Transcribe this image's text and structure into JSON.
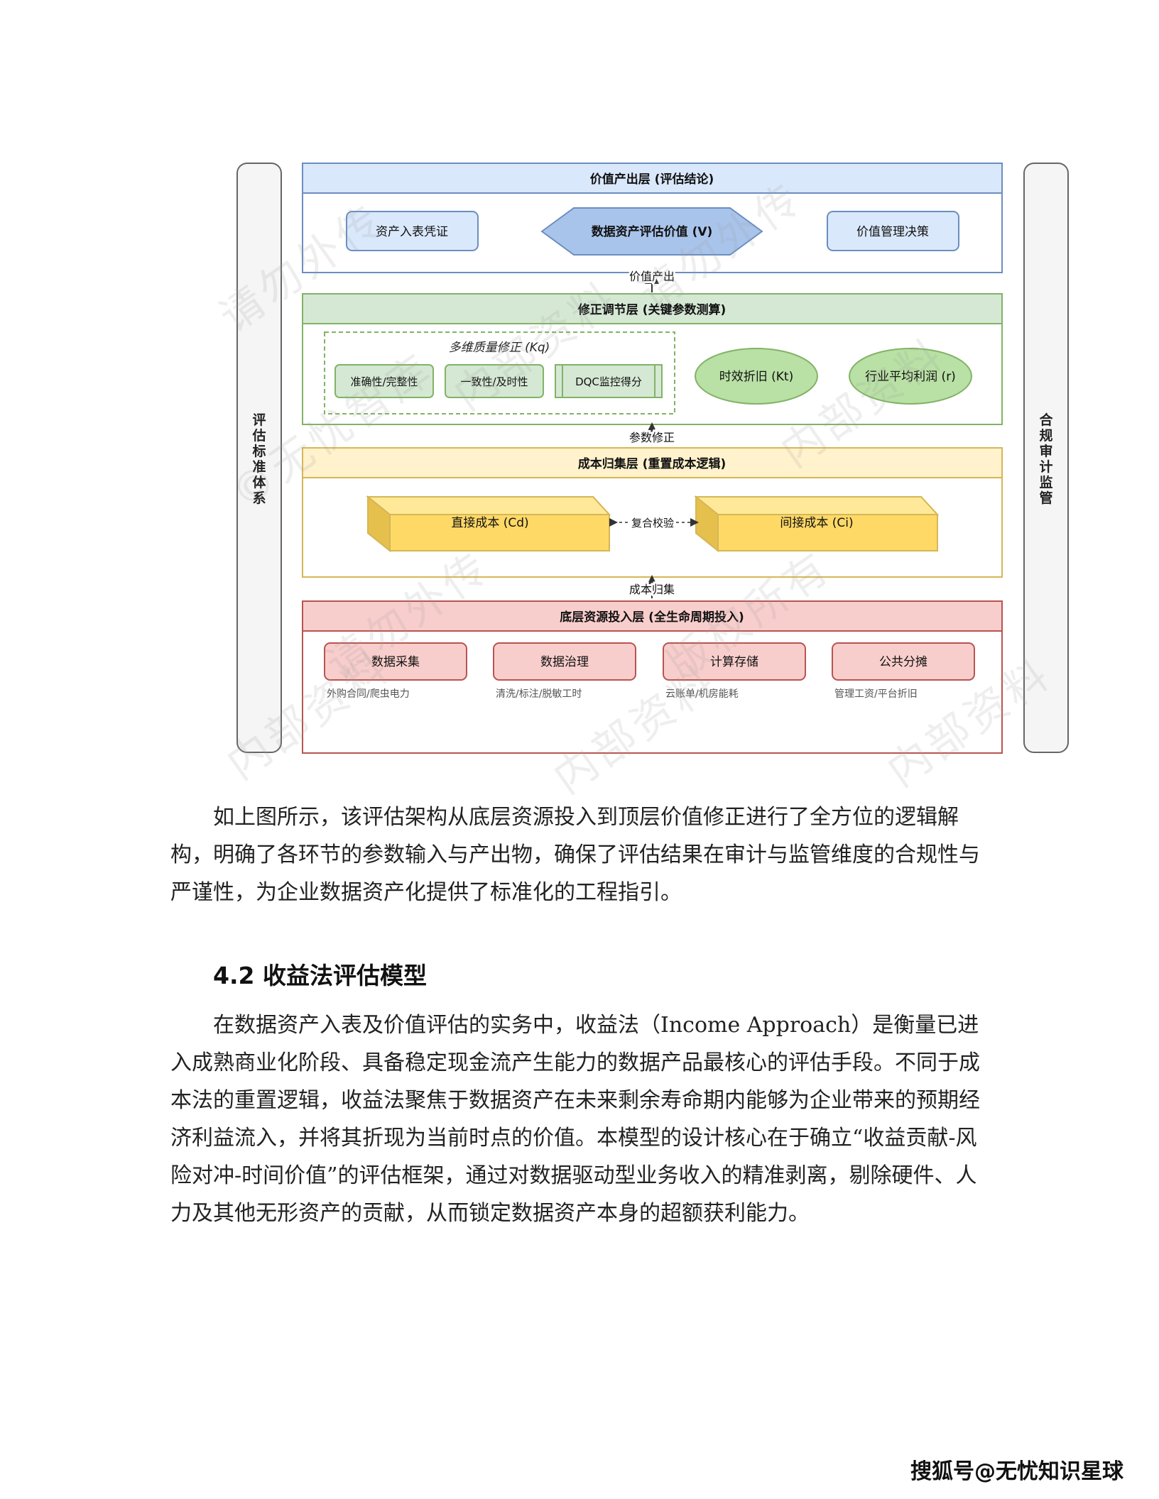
{
  "diagram": {
    "side_left": "评估标准体系",
    "side_right": "合规审计监管",
    "layers": {
      "value": {
        "title": "价值产出层 (评估结论)",
        "items": [
          "资产入表凭证",
          "数据资产评估价值 (V)",
          "价值管理决策"
        ],
        "colors": {
          "header": "#dae8fc",
          "border": "#6c8ebf",
          "hexagon": "#a9c4eb"
        }
      },
      "correction": {
        "title": "修正调节层 (关键参数测算)",
        "group_title": "多维质量修正 (Kq)",
        "group_items": [
          "准确性/完整性",
          "一致性/及时性",
          "DQC监控得分"
        ],
        "ellipses": [
          "时效折旧 (Kt)",
          "行业平均利润 (r)"
        ],
        "colors": {
          "header": "#d5e8d4",
          "border": "#82b366",
          "ellipse": "#b9e0a5"
        }
      },
      "cost": {
        "title": "成本归集层 (重置成本逻辑)",
        "boxes": [
          "直接成本 (Cd)",
          "间接成本 (Ci)"
        ],
        "link_label": "复合校验",
        "colors": {
          "header": "#fff2cc",
          "border": "#d6b656",
          "box": "#ffd966"
        }
      },
      "resource": {
        "title": "底层资源投入层 (全生命周期投入)",
        "items": [
          {
            "label": "数据采集",
            "sub": "外购合同/爬虫电力"
          },
          {
            "label": "数据治理",
            "sub": "清洗/标注/脱敏工时"
          },
          {
            "label": "计算存储",
            "sub": "云账单/机房能耗"
          },
          {
            "label": "公共分摊",
            "sub": "管理工资/平台折旧"
          }
        ],
        "colors": {
          "header": "#f8cecc",
          "border": "#b85450"
        }
      }
    },
    "arrows": [
      "价值产出",
      "参数修正",
      "成本归集"
    ],
    "watermark": [
      "请勿外传",
      "内部资料",
      "版权所有",
      "©无忧智库"
    ]
  },
  "text": {
    "p1": "如上图所示，该评估架构从底层资源投入到顶层价值修正进行了全方位的逻辑解构，明确了各环节的参数输入与产出物，确保了评估结果在审计与监管维度的合规性与严谨性，为企业数据资产化提供了标准化的工程指引。",
    "section_title": "4.2 收益法评估模型",
    "p2": "在数据资产入表及价值评估的实务中，收益法（Income Approach）是衡量已进入成熟商业化阶段、具备稳定现金流产生能力的数据产品最核心的评估手段。不同于成本法的重置逻辑，收益法聚焦于数据资产在未来剩余寿命期内能够为企业带来的预期经济利益流入，并将其折现为当前时点的价值。本模型的设计核心在于确立“收益贡献-风险对冲-时间价值”的评估框架，通过对数据驱动型业务收入的精准剥离，剔除硬件、人力及其他无形资产的贡献，从而锁定数据资产本身的超额获利能力。",
    "footer": "搜狐号@无忧知识星球"
  }
}
